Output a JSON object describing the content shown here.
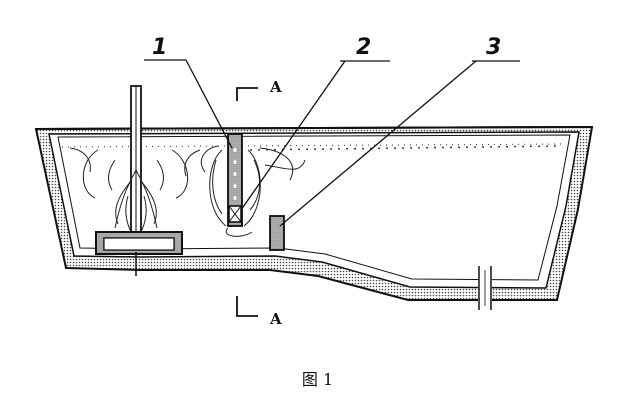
{
  "labels": {
    "part_1": "1",
    "part_2": "2",
    "part_3": "3",
    "section_top": "A",
    "section_bottom": "A"
  },
  "caption": "图 1",
  "colors": {
    "line": "#111111",
    "dots": "#555555"
  }
}
